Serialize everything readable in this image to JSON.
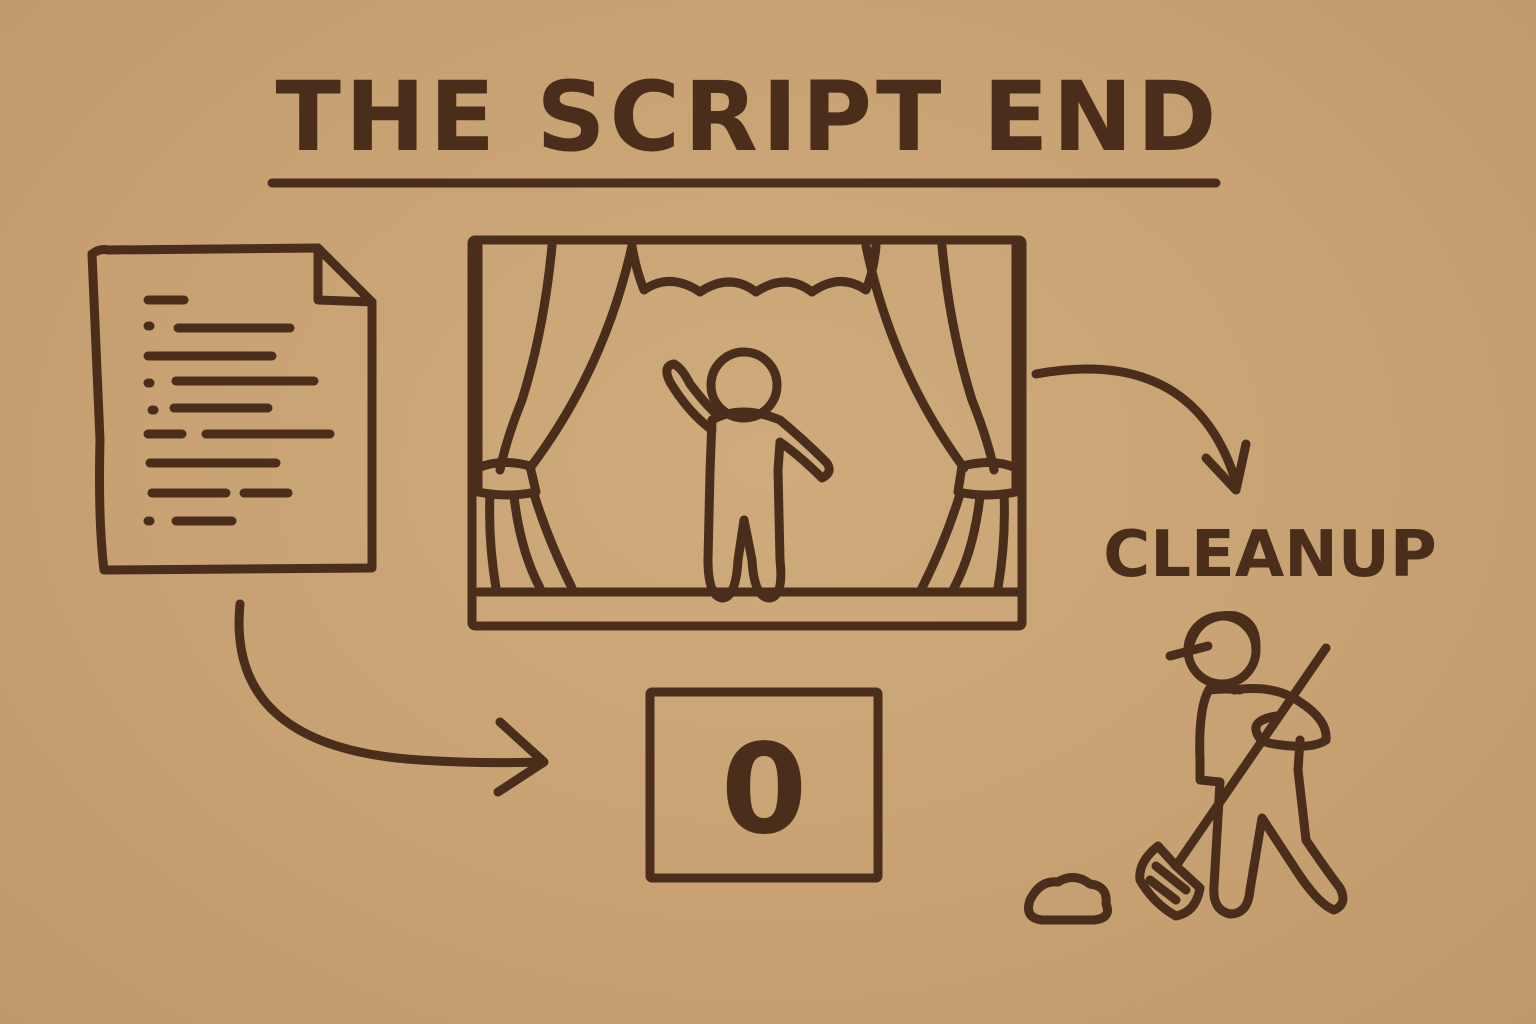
{
  "title": "THE SCRIPT END",
  "label_cleanup": "CLEANUP",
  "exit_code": "0",
  "colors": {
    "ink": "#4a2e1b",
    "paper": "#c9a476"
  },
  "icons": [
    "script-document-icon",
    "theater-stage-icon",
    "exit-code-box",
    "janitor-sweeping-icon"
  ]
}
